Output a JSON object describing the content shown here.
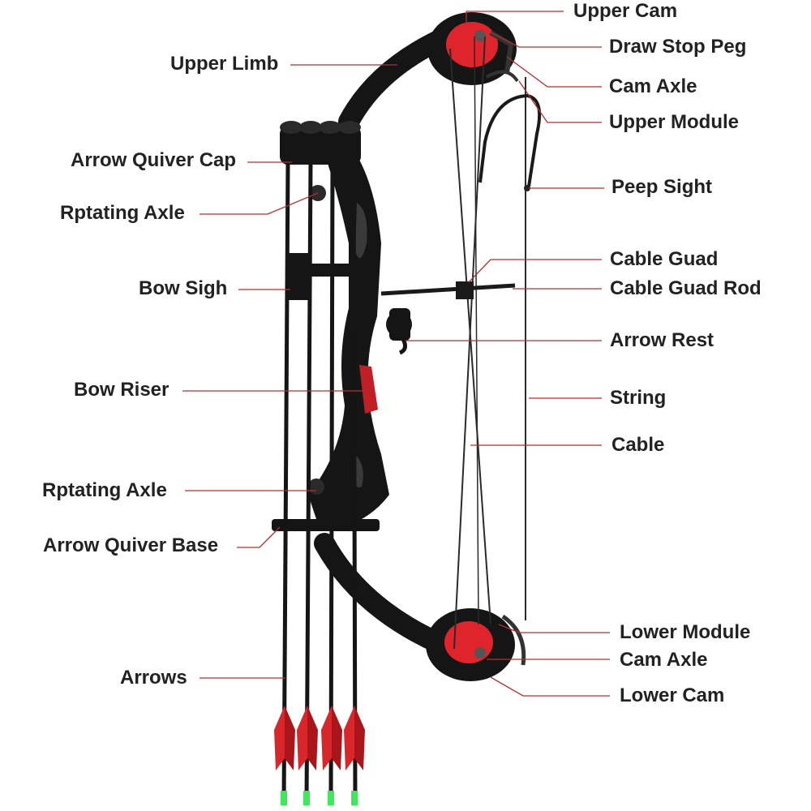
{
  "labels": {
    "upper_cam": "Upper Cam",
    "draw_stop_peg": "Draw Stop Peg",
    "cam_axle_upper": "Cam Axle",
    "upper_module": "Upper Module",
    "peep_sight": "Peep Sight",
    "cable_guard": "Cable Guad",
    "cable_guard_rod": "Cable Guad Rod",
    "arrow_rest": "Arrow Rest",
    "string": "String",
    "cable": "Cable",
    "lower_module": "Lower Module",
    "cam_axle_lower": "Cam Axle",
    "lower_cam": "Lower Cam",
    "upper_limb": "Upper Limb",
    "arrow_quiver_cap": "Arrow Quiver Cap",
    "rotating_axle_upper": "Rptating Axle",
    "bow_sight": "Bow Sigh",
    "bow_riser": "Bow Riser",
    "rotating_axle_lower": "Rptating Axle",
    "arrow_quiver_base": "Arrow Quiver Base",
    "arrows": "Arrows"
  },
  "colors": {
    "bow_body": "#151515",
    "cam_accent": "#e0242b",
    "fletching": "#d9262b",
    "nock": "#3ee85a",
    "leader_line": "#b03030",
    "label_text": "#222222"
  }
}
